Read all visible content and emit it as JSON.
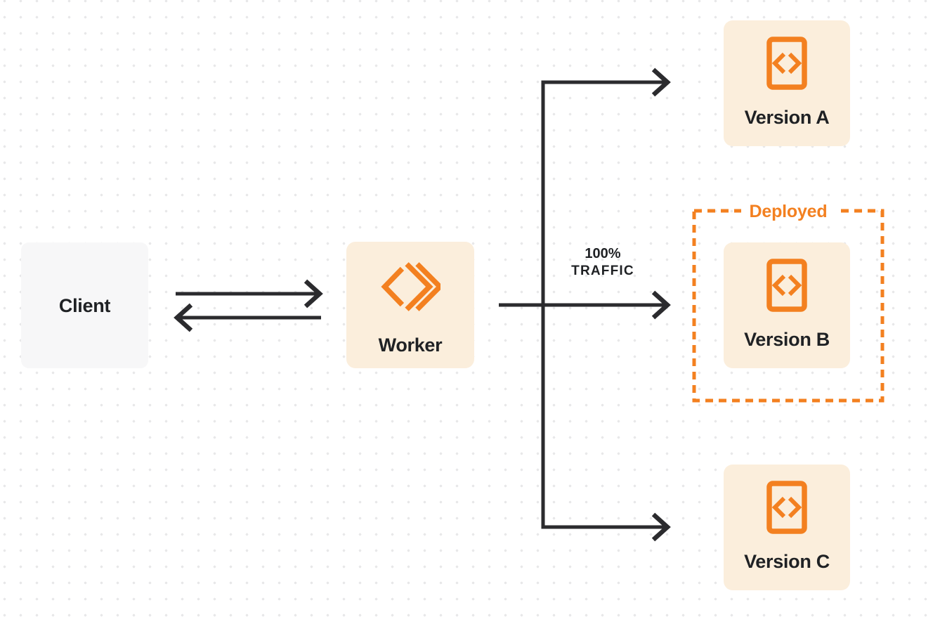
{
  "diagram": {
    "client": {
      "label": "Client"
    },
    "worker": {
      "label": "Worker",
      "icon": "workers-logo-icon"
    },
    "traffic_label": {
      "line1": "100%",
      "line2": "TRAFFIC"
    },
    "deployed_group": {
      "label": "Deployed"
    },
    "versions": [
      {
        "label": "Version A",
        "icon": "code-file-icon",
        "deployed": false
      },
      {
        "label": "Version B",
        "icon": "code-file-icon",
        "deployed": true
      },
      {
        "label": "Version C",
        "icon": "code-file-icon",
        "deployed": false
      }
    ]
  },
  "colors": {
    "accent_orange": "#F38020",
    "node_cream": "#FBEEDC",
    "node_gray": "#F7F7F8",
    "ink": "#1F2124",
    "line": "#2B2B2E",
    "dot": "#E8E8E9",
    "canvas_bg": "#FFFFFF"
  }
}
